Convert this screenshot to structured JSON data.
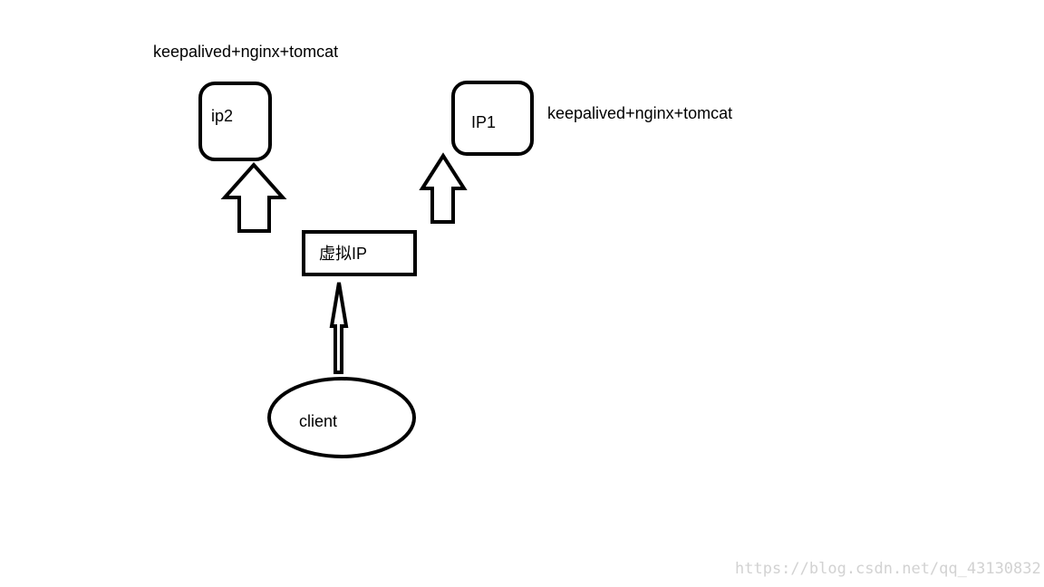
{
  "nodes": {
    "server_left": {
      "label": "ip2",
      "caption": "keepalived+nginx+tomcat"
    },
    "server_right": {
      "label": "IP1",
      "caption": "keepalived+nginx+tomcat"
    },
    "virtual_ip": {
      "label": "虚拟IP"
    },
    "client": {
      "label": "client"
    }
  },
  "watermark": "https://blog.csdn.net/qq_43130832",
  "colors": {
    "stroke": "#000000",
    "background": "#ffffff",
    "watermark": "#d2d2d2"
  }
}
